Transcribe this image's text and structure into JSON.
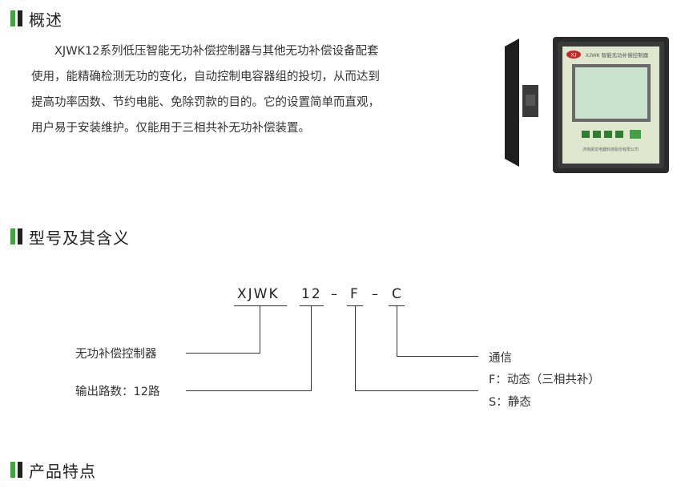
{
  "sections": {
    "overview": "概述",
    "model": "型号及其含义",
    "features": "产品特点"
  },
  "intro": {
    "lines": [
      "XJWK12系列低压智能无功补偿控制器与其他无功补偿设备配套",
      "使用，能精确检测无功的变化，自动控制电容器组的投切，从而达到",
      "提高功率因数、节约电能、免除罚款的目的。它的设置简单而直观，",
      "用户易于安装维护。仅能用于三相共补无功补偿装置。"
    ]
  },
  "device": {
    "header_text": "XJWK 智能无功补偿控制器",
    "logo_text": "XJ",
    "footer_text": "济南晨龙电器科技股份有限公司"
  },
  "model_code": {
    "part1": "XJWK",
    "part2": "12",
    "sep1": "–",
    "part3": "F",
    "sep2": "–",
    "part4": "C"
  },
  "annotations": {
    "controller": "无功补偿控制器",
    "outputs": "输出路数：12路",
    "comm": "通信",
    "f_type": "F：动态（三相共补）",
    "s_type": "S：静态"
  },
  "colors": {
    "accent_green": "#3aa935",
    "device_body": "#2b2b2b",
    "device_panel": "#dfe8cf",
    "device_screen": "#c9e3cf"
  }
}
